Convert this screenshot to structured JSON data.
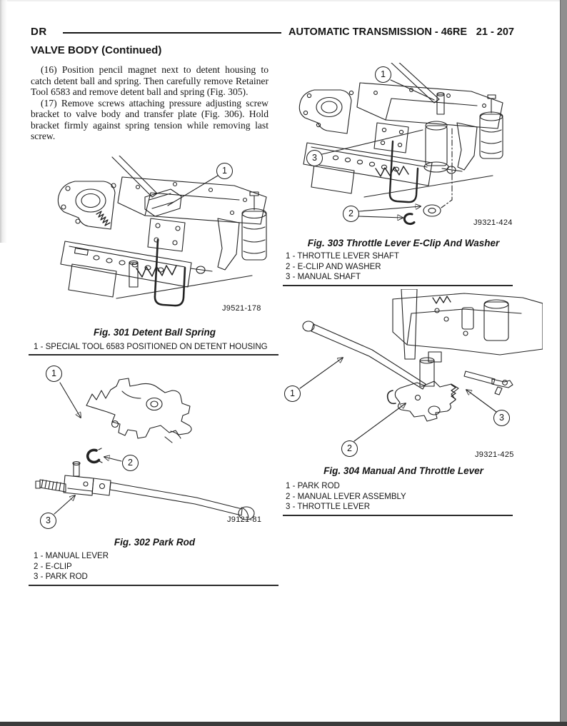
{
  "header": {
    "model_code": "DR",
    "title": "AUTOMATIC TRANSMISSION - 46RE",
    "page_number": "21 - 207"
  },
  "section_title": "VALVE BODY (Continued)",
  "paragraphs": [
    "(16) Position pencil magnet next to detent housing to catch detent ball and spring. Then carefully remove Retainer Tool 6583 and remove detent ball and spring (Fig. 305).",
    "(17) Remove screws attaching pressure adjusting screw bracket to valve body and transfer plate (Fig. 306). Hold bracket firmly against spring tension while removing last screw."
  ],
  "figures": [
    {
      "caption": "Fig. 301 Detent Ball Spring",
      "plate_code": "J9521-178",
      "legend": [
        "1 - SPECIAL TOOL 6583 POSITIONED ON DETENT HOUSING"
      ],
      "callouts": [
        "1"
      ]
    },
    {
      "caption": "Fig. 302 Park Rod",
      "plate_code": "J9121-81",
      "legend": [
        "1 - MANUAL LEVER",
        "2 - E-CLIP",
        "3 - PARK ROD"
      ],
      "callouts": [
        "1",
        "2",
        "3"
      ]
    },
    {
      "caption": "Fig. 303 Throttle Lever E-Clip And Washer",
      "plate_code": "J9321-424",
      "legend": [
        "1 - THROTTLE LEVER SHAFT",
        "2 - E-CLIP AND WASHER",
        "3 - MANUAL SHAFT"
      ],
      "callouts": [
        "1",
        "2",
        "3"
      ]
    },
    {
      "caption": "Fig. 304 Manual And Throttle Lever",
      "plate_code": "J9321-425",
      "legend": [
        "1 - PARK ROD",
        "2 - MANUAL LEVER ASSEMBLY",
        "3 - THROTTLE LEVER"
      ],
      "callouts": [
        "1",
        "2",
        "3"
      ]
    }
  ]
}
